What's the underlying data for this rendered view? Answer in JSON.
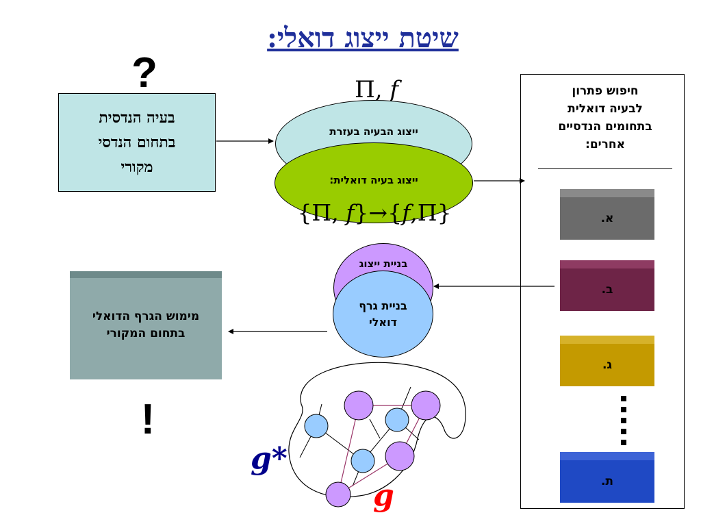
{
  "title": "שיטת ייצוג דואלי:",
  "question_mark": "?",
  "exclamation_mark": "!",
  "original_problem": "בעיה הנדסית\nבתחום הנדסי\nמקורי",
  "representation_ellipse": "ייצוג הבעיה בעזרת",
  "dual_representation_ellipse": "ייצוג בעיה דואלית:",
  "pi_f_label": {
    "pi": "Π,",
    "f": "f"
  },
  "transform_formula": {
    "open1": "{Π,",
    "f1": "f",
    "close1": "}",
    "arrow": "→",
    "open2": "{",
    "f2": "f",
    "close2": ",Π}"
  },
  "build_representation": "בניית ייצוג",
  "build_dual_graph": "בניית גרף\nדואלי",
  "dual_implementation": "מימוש הגרף הדואלי\nבתחום המקורי",
  "search_panel_title": "חיפוש פתרון\nלבעיה דואלית\nבתחומים הנדסיים\nאחרים:",
  "domain_blocks": [
    {
      "label": "א.",
      "color": "#6b6b6b",
      "top_color": "#8a8a8a"
    },
    {
      "label": "ב.",
      "color": "#6e2447",
      "top_color": "#8e3b62"
    },
    {
      "label": "ג.",
      "color": "#c49a00",
      "top_color": "#d6b22a"
    },
    {
      "label": "ת.",
      "color": "#1f49c4",
      "top_color": "#3d63d6"
    }
  ],
  "graph_labels": {
    "g_star": "g*",
    "g": "g"
  },
  "colors": {
    "title": "#1f2f9a",
    "g_star": "#00008b",
    "g": "#ff0000",
    "primal_node": "#cc99ff",
    "dual_node": "#99ccff",
    "primal_edge": "#993366"
  }
}
